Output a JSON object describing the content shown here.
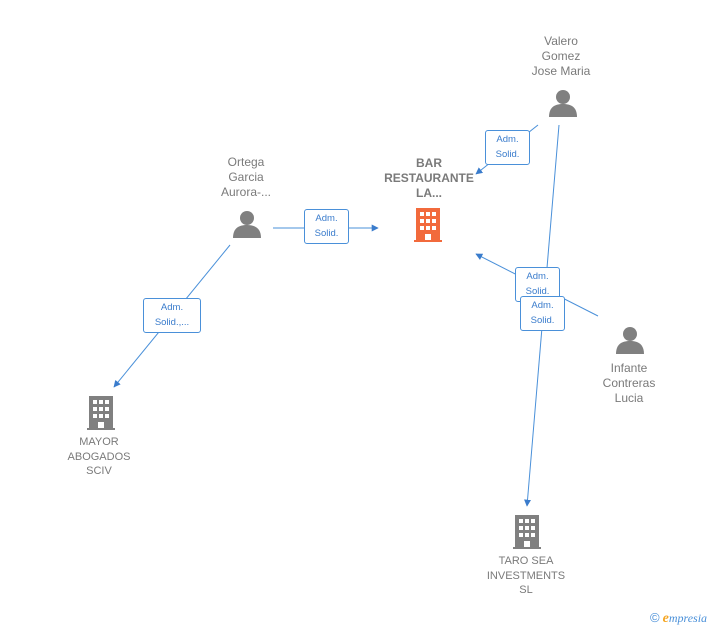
{
  "nodes": {
    "main": "BAR\nRESTAURANTE\nLA...",
    "valero": "Valero\nGomez\nJose Maria",
    "ortega": "Ortega\nGarcia\nAurora-...",
    "infante": "Infante\nContreras\nLucia",
    "mayor": "MAYOR\nABOGADOS\nSCIV",
    "taro": "TARO SEA\nINVESTMENTS\nSL"
  },
  "edges": {
    "ortega_main": "Adm.\nSolid.",
    "valero_main": "Adm.\nSolid.",
    "ortega_mayor": "Adm.\nSolid.,...",
    "infante_main": "Adm.\nSolid.",
    "valero_taro": "Adm.\nSolid."
  },
  "brand": {
    "copyright": "©",
    "e": "e",
    "name": "mpresia"
  },
  "colors": {
    "edge": "#4a90d9",
    "main_company": "#f26a3c",
    "company": "#808080",
    "person": "#808080"
  }
}
